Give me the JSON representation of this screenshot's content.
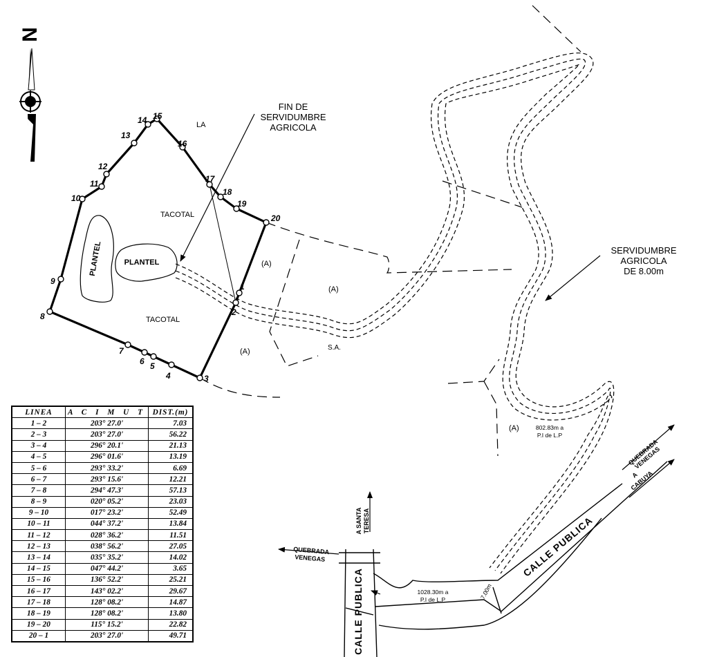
{
  "north_symbol": {
    "letter": "N"
  },
  "labels": {
    "la": "LA",
    "tacotal_top": "TACOTAL",
    "tacotal_bottom": "TACOTAL",
    "plantel_1": "PLANTEL",
    "plantel_2": "PLANTEL",
    "fin_servidumbre": [
      "FIN DE",
      "SERVIDUMBRE",
      "AGRICOLA"
    ],
    "servidumbre_8m": [
      "SERVIDUMBRE",
      "AGRICOLA",
      "DE 8.00m"
    ],
    "area_a": "(A)",
    "sa": "S.A.",
    "dist_80283": [
      "802.83m a",
      "P.I de L.P"
    ],
    "dist_102830": [
      "1028.30m a",
      "P.I de L.P"
    ],
    "width_7m": "7.00m",
    "calle_publica_1": "CALLE PUBLICA",
    "calle_publica_2": "CALLE PUBLICA",
    "quebrada_venegas_left": [
      "QUEBRADA",
      "VENEGAS"
    ],
    "quebrada_venegas_right": [
      "QUEBRADA",
      "VENEGAS"
    ],
    "a_santa_teresa": [
      "A SANTA",
      "TERESA"
    ],
    "a_cabuya": [
      "A",
      "CABUYA"
    ]
  },
  "points": [
    "1",
    "2",
    "3",
    "4",
    "5",
    "6",
    "7",
    "8",
    "9",
    "10",
    "11",
    "12",
    "13",
    "14",
    "15",
    "16",
    "17",
    "18",
    "19",
    "20"
  ],
  "table": {
    "headers": [
      "LINEA",
      "A C I M U T",
      "DIST.(m)"
    ],
    "rows": [
      [
        "1 – 2",
        "203° 27.0'",
        "7.03"
      ],
      [
        "2 – 3",
        "203° 27.0'",
        "56.22"
      ],
      [
        "3 – 4",
        "296° 20.1'",
        "21.13"
      ],
      [
        "4 – 5",
        "296° 01.6'",
        "13.19"
      ],
      [
        "5 – 6",
        "293° 33.2'",
        "6.69"
      ],
      [
        "6 – 7",
        "293° 15.6'",
        "12.21"
      ],
      [
        "7 – 8",
        "294° 47.3'",
        "57.13"
      ],
      [
        "8 – 9",
        "020° 05.2'",
        "23.03"
      ],
      [
        "9 – 10",
        "017° 23.2'",
        "52.49"
      ],
      [
        "10 – 11",
        "044° 37.2'",
        "13.84"
      ],
      [
        "11 – 12",
        "028° 36.2'",
        "11.51"
      ],
      [
        "12 – 13",
        "038° 56.2'",
        "27.05"
      ],
      [
        "13 – 14",
        "035° 35.2'",
        "14.02"
      ],
      [
        "14 – 15",
        "047° 44.2'",
        "3.65"
      ],
      [
        "15 – 16",
        "136° 52.2'",
        "25.21"
      ],
      [
        "16 – 17",
        "143° 02.2'",
        "29.67"
      ],
      [
        "17 – 18",
        "128° 08.2'",
        "14.87"
      ],
      [
        "18 – 19",
        "128° 08.2'",
        "13.80"
      ],
      [
        "19 – 20",
        "115° 15.2'",
        "22.82"
      ],
      [
        "20 – 1",
        "203° 27.0'",
        "49.71"
      ]
    ]
  }
}
